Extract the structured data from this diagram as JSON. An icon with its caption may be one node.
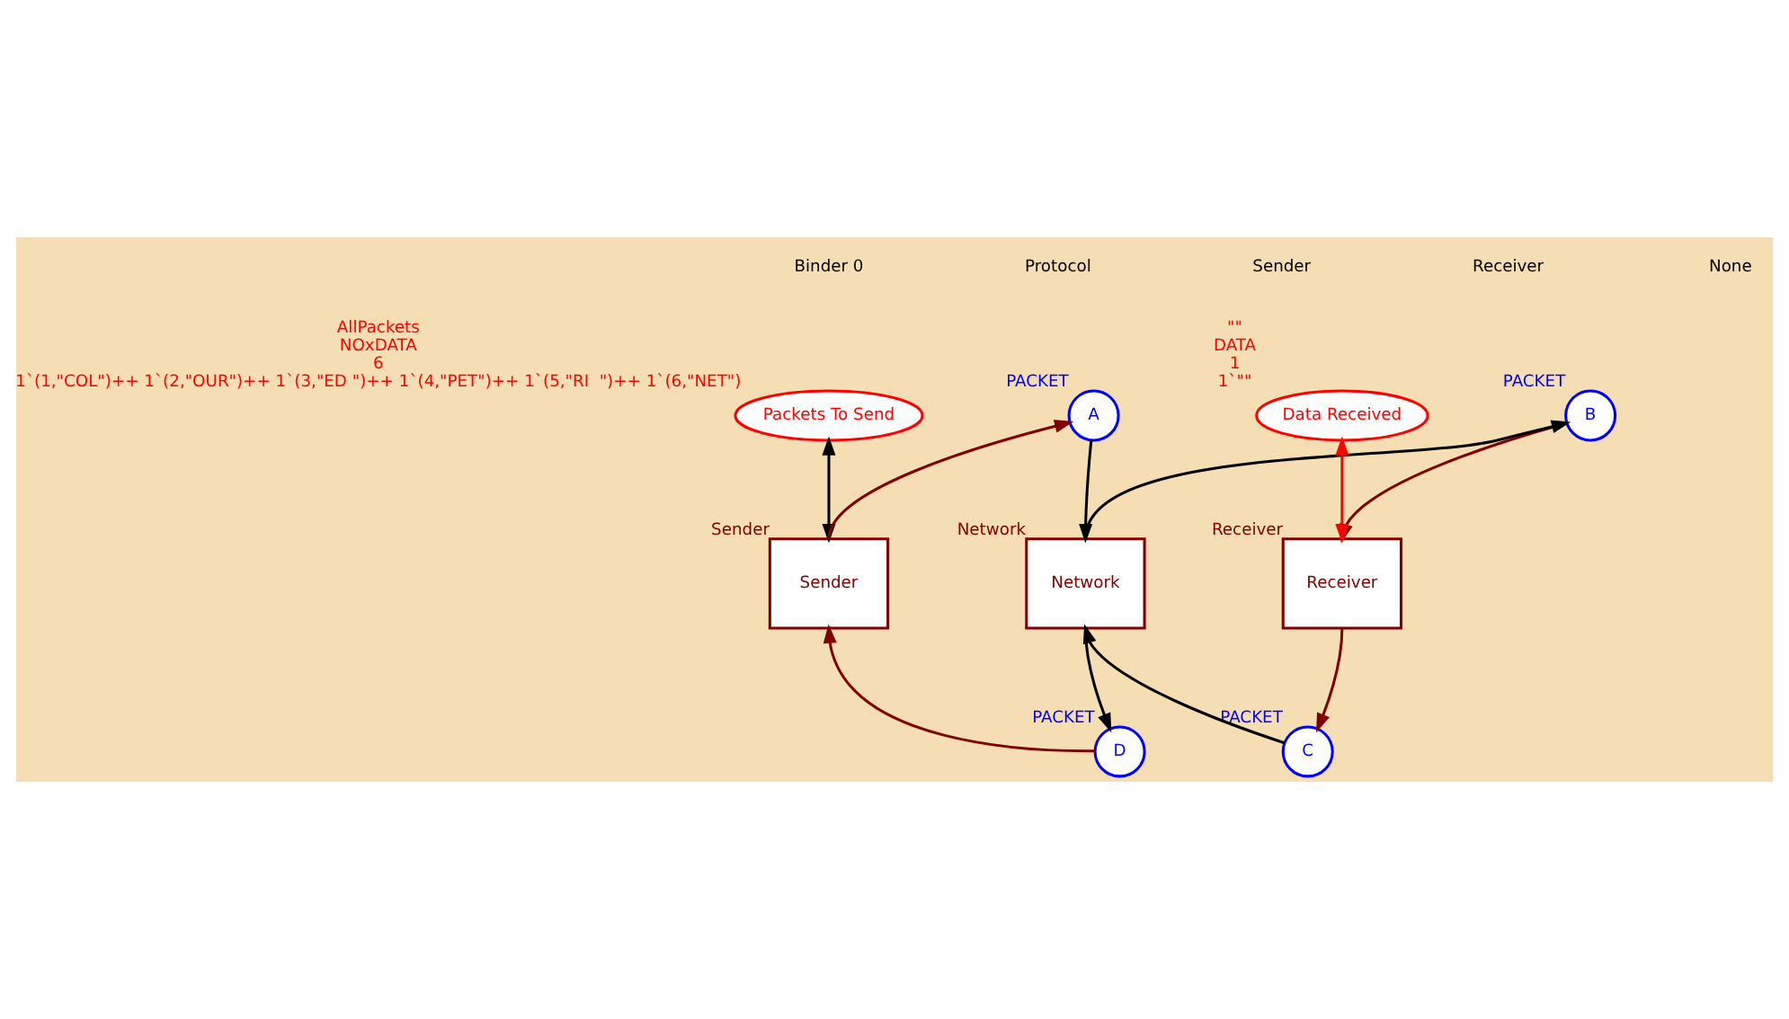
{
  "diagram": {
    "nodes": [
      {
        "text": [
          "Packets To Send"
        ],
        "beside": [
          "AllPackets",
          "NOxDATA",
          "6",
          "1`(1,\"COL\")++ 1`(2,\"OUR\")++ 1`(3,\"ED \")++ 1`(4,\"PET\")++ 1`(5,\"RI  \")++ 1`(6,\"NET\")"
        ]
      },
      {
        "text": [
          "Data Received"
        ],
        "beside": [
          "\"\"",
          "DATA",
          "1",
          "1`\"\""
        ]
      },
      {
        "text": [
          "A"
        ],
        "beside": [
          "PACKET"
        ]
      },
      {
        "text": [
          "B"
        ],
        "beside": [
          "PACKET"
        ]
      },
      {
        "text": [
          "C"
        ],
        "beside": [
          "PACKET"
        ]
      },
      {
        "text": [
          "D"
        ],
        "beside": [
          "PACKET"
        ]
      },
      {
        "text": [
          "Sender"
        ],
        "beside": [
          "Sender"
        ]
      },
      {
        "text": [
          "Network"
        ],
        "beside": [
          "Network"
        ]
      },
      {
        "text": [
          "Receiver"
        ],
        "beside": [
          "Receiver"
        ]
      }
    ],
    "edges": [
      {
        "from": 0,
        "to": 6,
        "arrow": "both"
      },
      {
        "from": 6,
        "to": 2,
        "arrow": "to",
        "color": "#800000"
      },
      {
        "from": 2,
        "to": 7,
        "arrow": "to"
      },
      {
        "from": 7,
        "to": 3,
        "arrow": "to"
      },
      {
        "from": 3,
        "to": 8,
        "arrow": "to",
        "color": "#800000"
      },
      {
        "from": 8,
        "to": 1,
        "arrow": "both",
        "color": "#ff0000"
      },
      {
        "from": 8,
        "to": 4,
        "arrow": "to",
        "color": "#800000"
      },
      {
        "from": 4,
        "to": 7,
        "arrow": "to"
      },
      {
        "from": 7,
        "to": 5,
        "arrow": "to"
      },
      {
        "from": 5,
        "to": 6,
        "arrow": "to",
        "color": "#800000"
      }
    ],
    "labels": [
      "Binder 0",
      "Protocol",
      "Sender",
      "Receiver",
      "None"
    ]
  }
}
